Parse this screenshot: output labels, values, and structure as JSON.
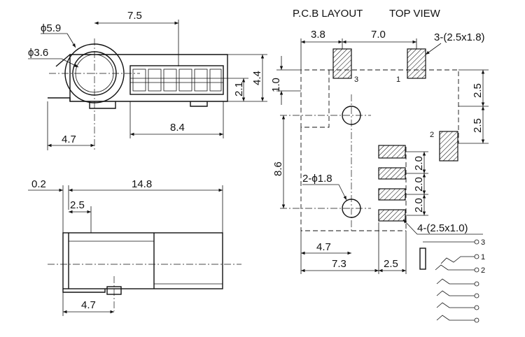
{
  "front_view": {
    "dim_top": "7.5",
    "dim_outer_dia": "ϕ5.9",
    "dim_inner_dia": "ϕ3.6",
    "dim_height": "4.4",
    "dim_small": "2.1",
    "dim_left": "4.7",
    "dim_bottom": "8.4"
  },
  "side_view": {
    "dim_offset": "0.2",
    "dim_length": "14.8",
    "dim_a": "2.5",
    "dim_b": "4.7"
  },
  "pcb_layout": {
    "title": "P.C.B LAYOUT",
    "subtitle": "TOP VIEW",
    "dim_a": "3.8",
    "dim_b": "7.0",
    "dim_pads_top": "3-(2.5x1.8)",
    "dim_v1": "1.0",
    "dim_v2": "2.5",
    "dim_v3": "2.5",
    "dim_v4": "8.6",
    "dim_holes": "2-ϕ1.8",
    "dim_s1": "2.0",
    "dim_s2": "2.0",
    "dim_s3": "2.0",
    "dim_pads_bottom": "4-(2.5x1.0)",
    "dim_h1": "4.7",
    "dim_h2": "7.3",
    "dim_h3": "2.5",
    "pin_labels": [
      "3",
      "1",
      "2"
    ]
  },
  "schematic": {
    "pins": [
      "3",
      "1",
      "2"
    ]
  }
}
